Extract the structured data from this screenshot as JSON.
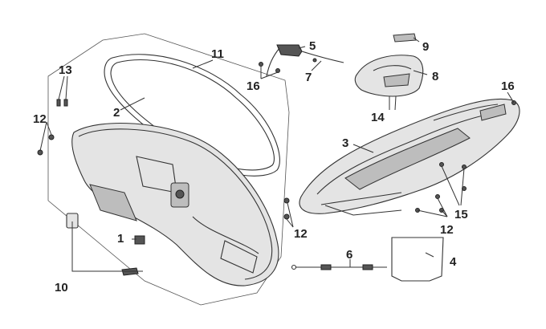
{
  "callouts": {
    "c1": "1",
    "c2": "2",
    "c3": "3",
    "c4": "4",
    "c5": "5",
    "c6": "6",
    "c7": "7",
    "c8": "8",
    "c9": "9",
    "c10": "10",
    "c11": "11",
    "c12a": "12",
    "c12b": "12",
    "c12c": "12",
    "c13": "13",
    "c14": "14",
    "c15": "15",
    "c16a": "16",
    "c16b": "16"
  },
  "colors": {
    "line": "#333333",
    "shade": "#e4e4e4",
    "dark": "#555555",
    "background": "#ffffff"
  }
}
